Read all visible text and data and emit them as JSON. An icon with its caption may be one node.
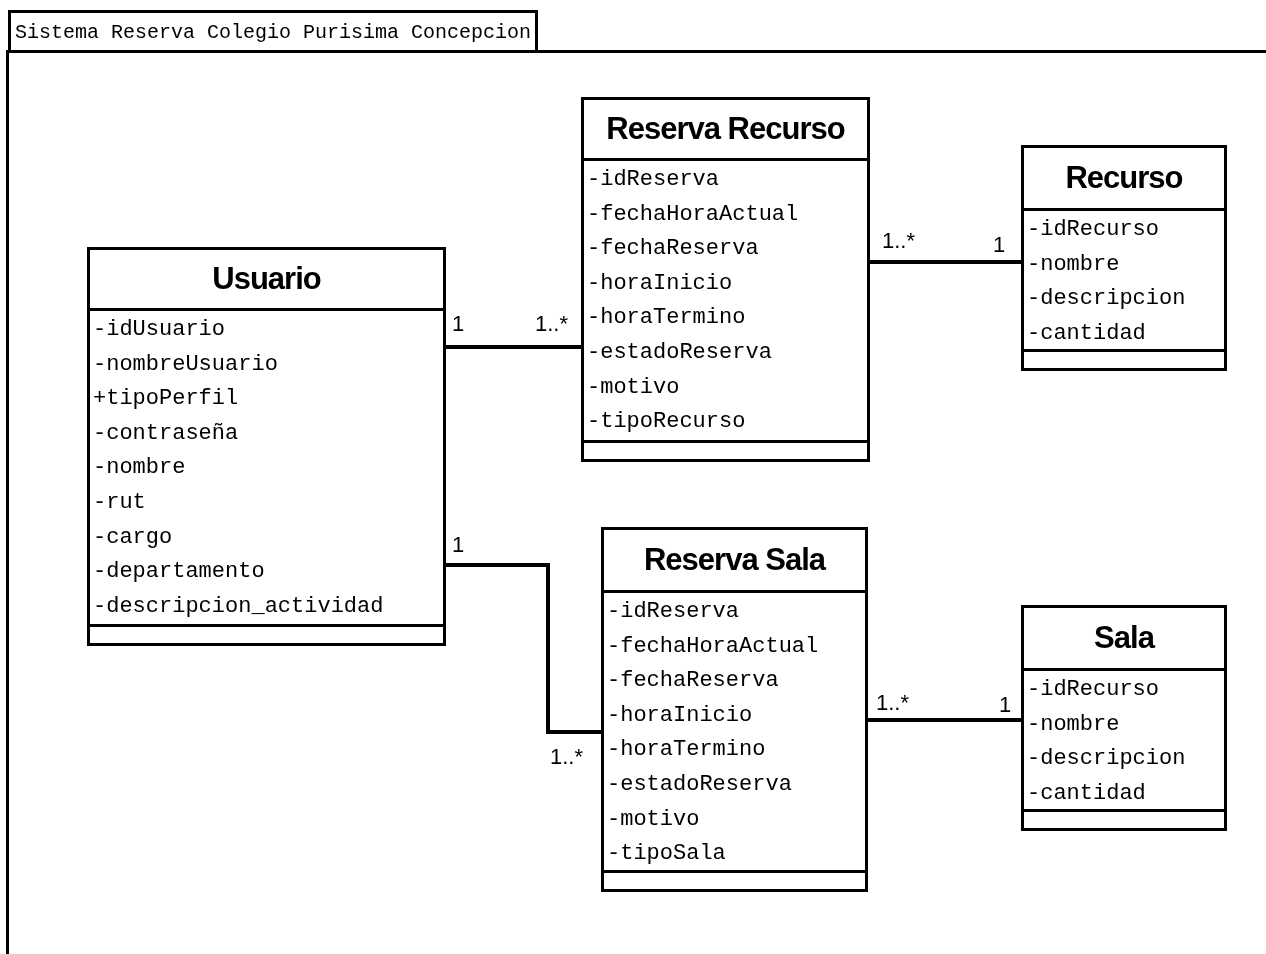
{
  "diagram": {
    "nodes": [
      {
        "text": [
          "Sistema Reserva Colegio Purisima Concepcion"
        ]
      },
      {
        "text": [
          "Usuario",
          "-idUsuario",
          "-nombreUsuario",
          "+tipoPerfil",
          "-contraseña",
          "-nombre",
          "-rut",
          "-cargo",
          "-departamento",
          "-descripcion_actividad"
        ],
        "in": 0
      },
      {
        "text": [
          "Reserva Recurso",
          "-idReserva",
          "-fechaHoraActual",
          "-fechaReserva",
          "-horaInicio",
          "-horaTermino",
          "-estadoReserva",
          "-motivo",
          "-tipoRecurso"
        ],
        "in": 0
      },
      {
        "text": [
          "Recurso",
          "-idRecurso",
          "-nombre",
          "-descripcion",
          "-cantidad"
        ],
        "in": 0
      },
      {
        "text": [
          "Reserva Sala",
          "-idReserva",
          "-fechaHoraActual",
          "-fechaReserva",
          "-horaInicio",
          "-horaTermino",
          "-estadoReserva",
          "-motivo",
          "-tipoSala"
        ],
        "in": 0
      },
      {
        "text": [
          "Sala",
          "-idRecurso",
          "-nombre",
          "-descripcion",
          "-cantidad"
        ],
        "in": 0
      }
    ],
    "edges": [
      {
        "from": 1,
        "to": 2,
        "arrow": "none"
      },
      {
        "from": 2,
        "to": 3,
        "arrow": "none"
      },
      {
        "from": 1,
        "to": 4,
        "arrow": "none"
      },
      {
        "from": 4,
        "to": 5,
        "arrow": "none"
      }
    ],
    "labels": [
      "1..*",
      "1",
      "1",
      "1..*",
      "1",
      "1..*",
      "1",
      "1..*"
    ]
  }
}
